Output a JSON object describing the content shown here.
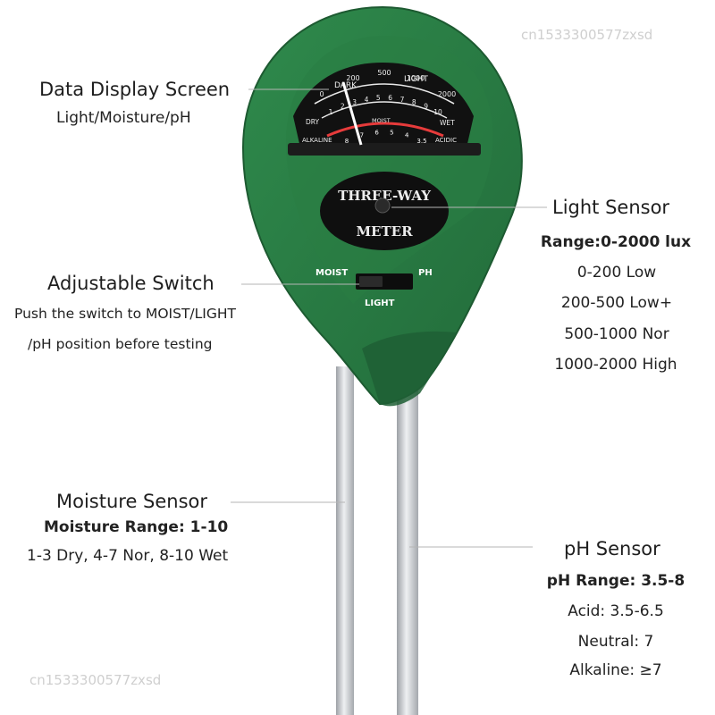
{
  "watermark": "cn1533300577zxsd",
  "meter": {
    "dial": {
      "dark": "DARK",
      "light": "LIGHT",
      "light_scale": [
        "0",
        "200",
        "500",
        "1000",
        "2000"
      ],
      "moist_scale": [
        "1",
        "2",
        "3",
        "4",
        "5",
        "6",
        "7",
        "8",
        "9",
        "10"
      ],
      "dry": "DRY",
      "moist": "MOIST",
      "wet": "WET",
      "alkaline": "ALKALINE",
      "acidic": "ACIDIC",
      "ph_scale": [
        "8",
        "7",
        "6",
        "5",
        "4",
        "3.5"
      ]
    },
    "badge_line1": "THREE-WAY",
    "badge_line2": "METER",
    "switch": {
      "moist": "MOIST",
      "ph": "PH",
      "light": "LIGHT"
    },
    "colors": {
      "body": "#2b7a45",
      "body_dark": "#1f5c33",
      "dial_bg": "#111111",
      "needle": "#ffffff",
      "probe": "#c9ccd0"
    }
  },
  "labels": {
    "display": {
      "title": "Data Display Screen",
      "subtitle": "Light/Moisture/pH"
    },
    "switch": {
      "title": "Adjustable Switch",
      "line1": "Push the switch to MOIST/LIGHT",
      "line2": "/pH position before testing"
    },
    "light": {
      "title": "Light Sensor",
      "range": "Range:0-2000 lux",
      "lines": [
        "0-200 Low",
        "200-500 Low+",
        "500-1000 Nor",
        "1000-2000 High"
      ]
    },
    "moisture": {
      "title": "Moisture Sensor",
      "range": "Moisture Range: 1-10",
      "line1": "1-3 Dry, 4-7 Nor, 8-10 Wet"
    },
    "ph": {
      "title": "pH Sensor",
      "range": "pH Range: 3.5-8",
      "lines": [
        "Acid: 3.5-6.5",
        "Neutral: 7",
        "Alkaline: ≥7"
      ]
    }
  }
}
